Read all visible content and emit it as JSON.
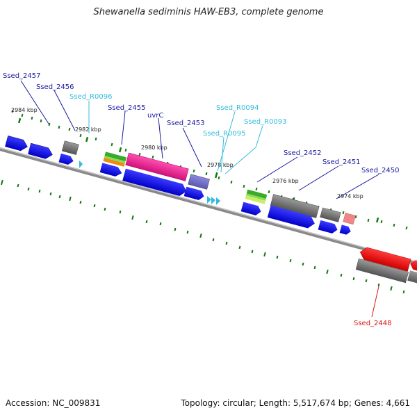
{
  "title": "Shewanella sediminis HAW-EB3, complete genome",
  "footer": {
    "accession": "Accession: NC_009831",
    "summary": "Topology: circular; Length: 5,517,674 bp; Genes: 4,661"
  },
  "kbp_marks": [
    "2984 kbp",
    "2982 kbp",
    "2980 kbp",
    "2978 kbp",
    "2976 kbp",
    "2974 kbp"
  ],
  "gene_labels": {
    "ssed_2457": "Ssed_2457",
    "ssed_2456": "Ssed_2456",
    "ssed_r0096": "Ssed_R0096",
    "ssed_2455": "Ssed_2455",
    "uvrc": "uvrC",
    "ssed_2453": "Ssed_2453",
    "ssed_r0094": "Ssed_R0094",
    "ssed_r0095": "Ssed_R0095",
    "ssed_r0093": "Ssed_R0093",
    "ssed_2452": "Ssed_2452",
    "ssed_2451": "Ssed_2451",
    "ssed_2450": "Ssed_2450",
    "ssed_2448": "Ssed_2448"
  },
  "colors": {
    "cds_forward": "#1010e0",
    "cds_grey": "#777777",
    "rna": "#33bbdd",
    "uvrc": "#e0208a",
    "highlight": "#ee1111",
    "pink": "#e88",
    "ticks": "#117711",
    "label_dark": "#1a1aa0",
    "label_rna": "#33bbdd",
    "label_red": "#dd1111"
  }
}
